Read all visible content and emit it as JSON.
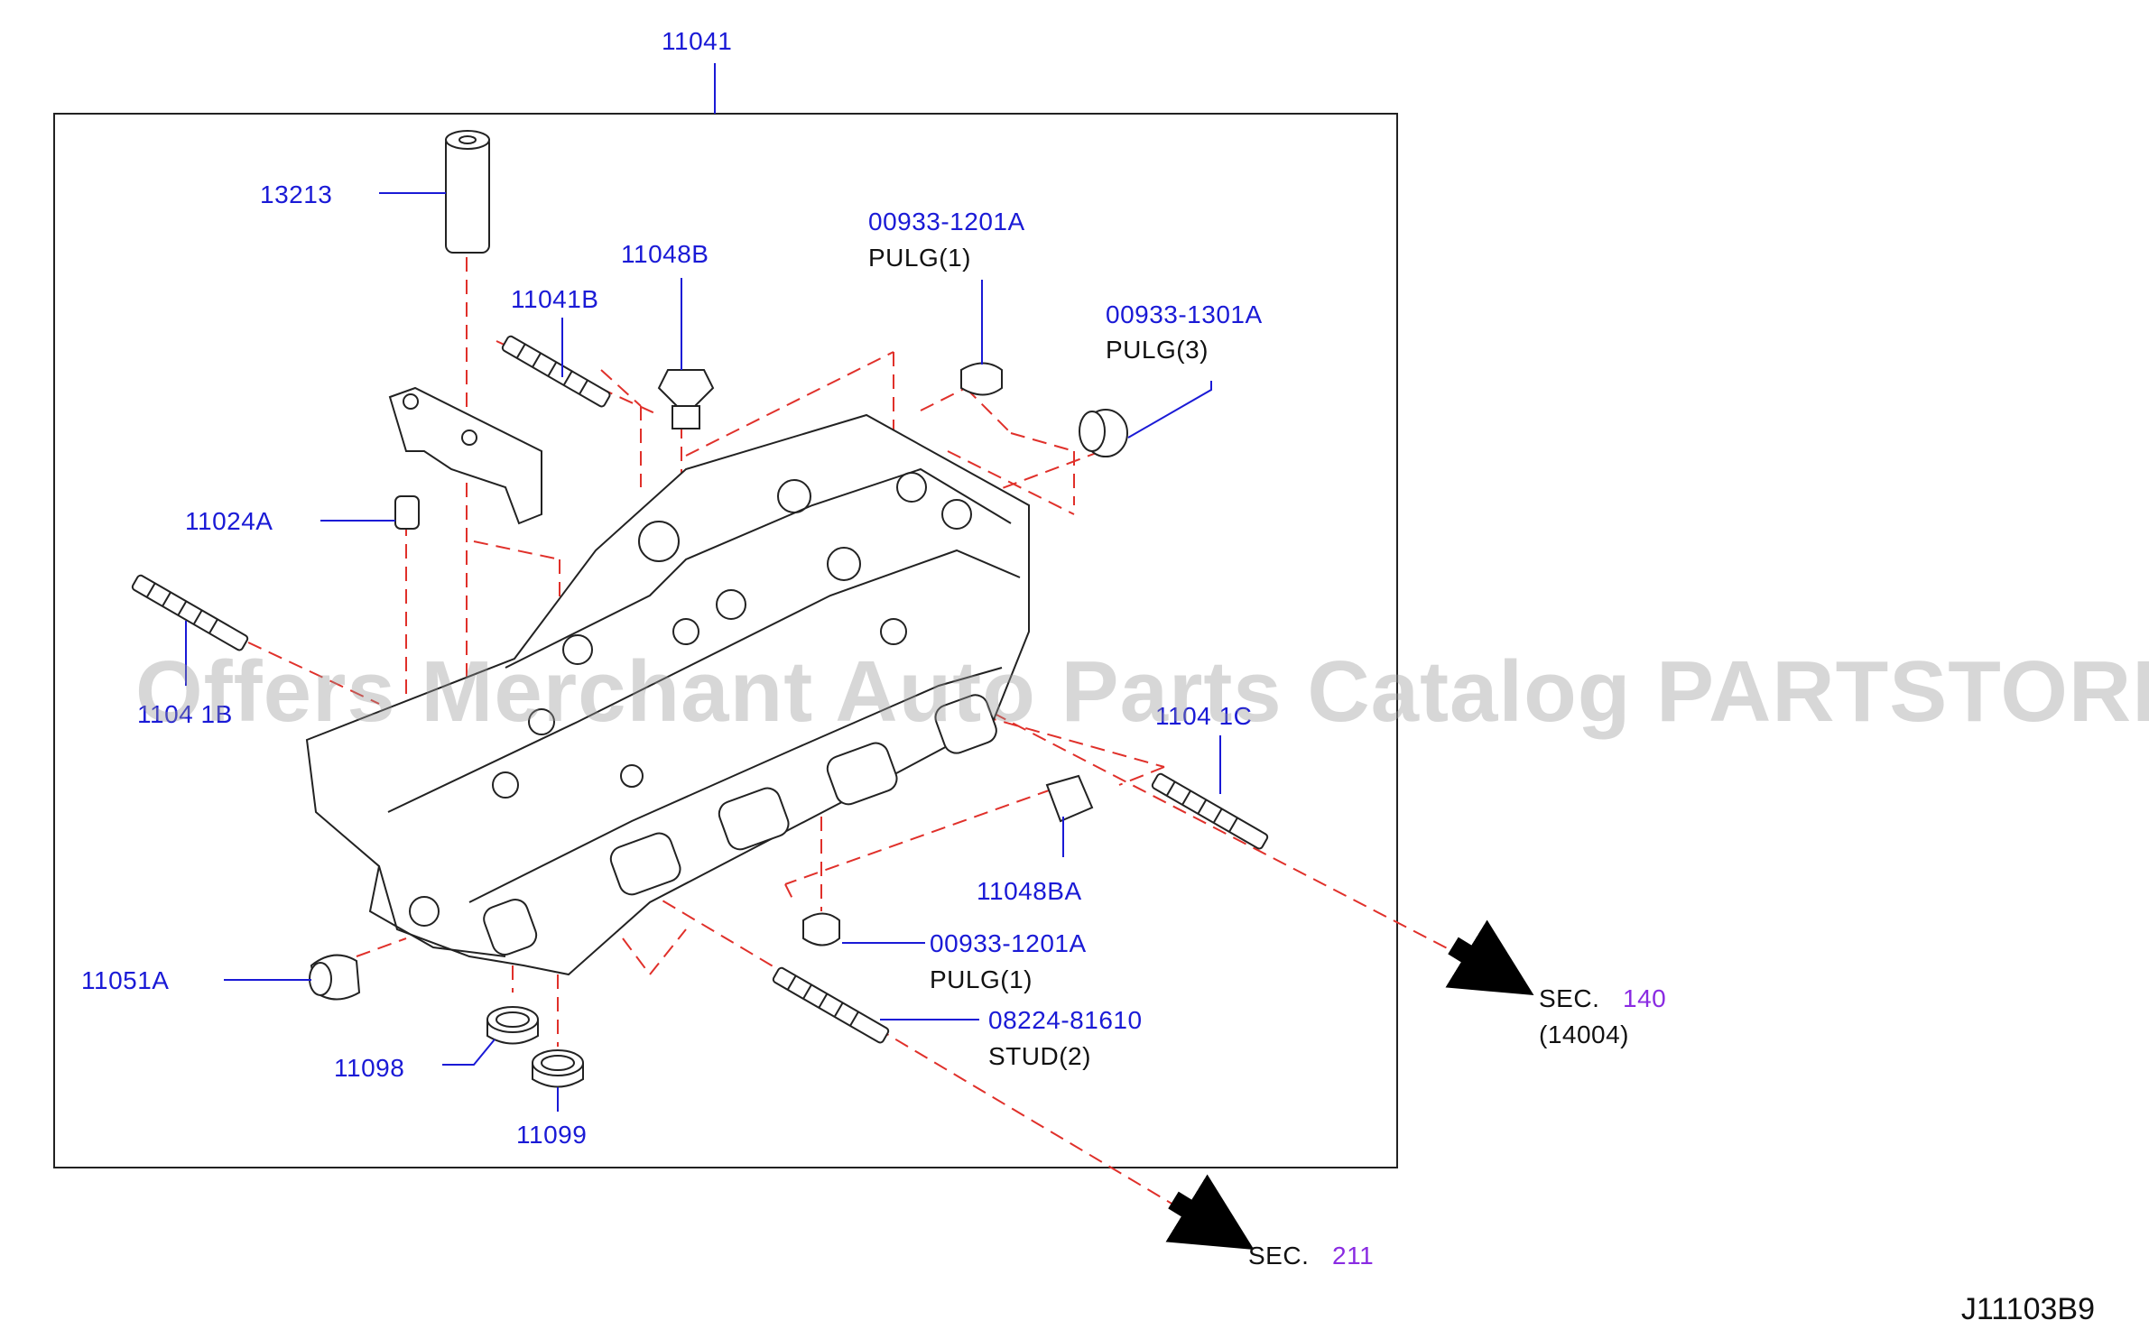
{
  "watermark": "Offers Merchant Auto Parts Catalog PARTSTORE.SA",
  "diagram_ref": "J11103B9",
  "parts": {
    "head_assembly": "11041",
    "dowel_tube": "13213",
    "plug_b": "11048B",
    "stud_b_top": "11041B",
    "plug_top": {
      "number": "00933-1201A",
      "desc": "PULG(1)"
    },
    "plug_side": {
      "number": "00933-1301A",
      "desc": "PULG(3)"
    },
    "dowel": "11024A",
    "stud_b_left": "1104 1B",
    "stud_c": "1104 1C",
    "plug_ba": "11048BA",
    "plug_bottom": {
      "number": "00933-1201A",
      "desc": "PULG(1)"
    },
    "plug_a": "11051A",
    "stud_bottom": {
      "number": "08224-81610",
      "desc": "STUD(2)"
    },
    "seal_98": "11098",
    "seal_99": "11099"
  },
  "sections": [
    {
      "prefix": "SEC.",
      "number": "140",
      "sub": "(14004)"
    },
    {
      "prefix": "SEC.",
      "number": "211"
    }
  ],
  "colors": {
    "part_number": "#1a1ad6",
    "section_number": "#8a2be2",
    "leader": "#1a1ad6",
    "phantom": "#e0302a"
  }
}
